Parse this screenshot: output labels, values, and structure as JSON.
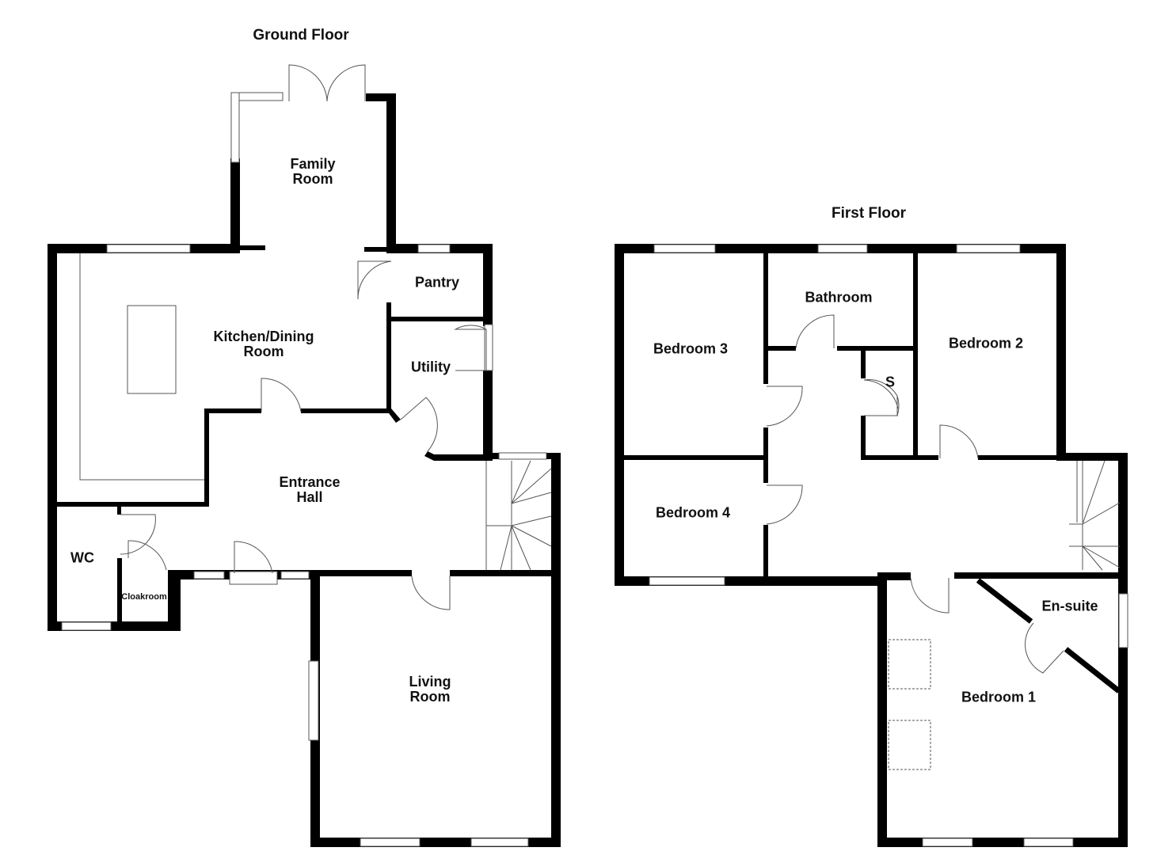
{
  "floors": [
    {
      "title": "Ground Floor",
      "rooms": [
        "Family\nRoom",
        "Kitchen/Dining\nRoom",
        "Pantry",
        "Utility",
        "Entrance\nHall",
        "WC",
        "Cloakroom",
        "Living\nRoom"
      ]
    },
    {
      "title": "First Floor",
      "rooms": [
        "Bathroom",
        "Bedroom 3",
        "Bedroom 2",
        "S",
        "Bedroom 4",
        "En-suite",
        "Bedroom 1"
      ]
    }
  ],
  "colors": {
    "wall": "#000000",
    "fixture": "#555555"
  }
}
